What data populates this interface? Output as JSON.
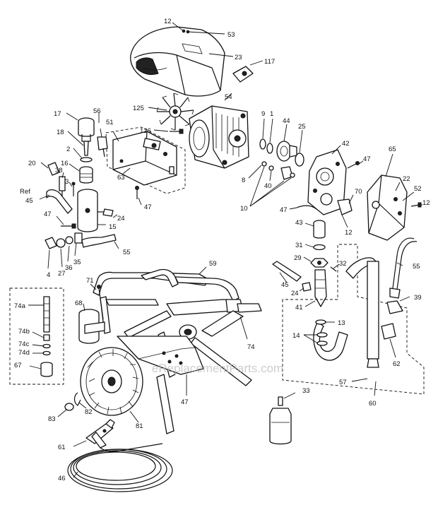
{
  "watermark": "eReplacementParts.com",
  "callouts": [
    {
      "id": "c12a",
      "text": "12"
    },
    {
      "id": "c53",
      "text": "53"
    },
    {
      "id": "c23",
      "text": "23"
    },
    {
      "id": "c117",
      "text": "117"
    },
    {
      "id": "c54",
      "text": "54"
    },
    {
      "id": "c125",
      "text": "125"
    },
    {
      "id": "c126",
      "text": "126"
    },
    {
      "id": "c17",
      "text": "17"
    },
    {
      "id": "c56",
      "text": "56"
    },
    {
      "id": "c51",
      "text": "51"
    },
    {
      "id": "c18",
      "text": "18"
    },
    {
      "id": "c2",
      "text": "2"
    },
    {
      "id": "c20",
      "text": "20"
    },
    {
      "id": "c38",
      "text": "38"
    },
    {
      "id": "c16",
      "text": "16"
    },
    {
      "id": "c3",
      "text": "3"
    },
    {
      "id": "cref",
      "text": "Ref"
    },
    {
      "id": "c45a",
      "text": "45"
    },
    {
      "id": "c63",
      "text": "63"
    },
    {
      "id": "c47a",
      "text": "47"
    },
    {
      "id": "c24a",
      "text": "24"
    },
    {
      "id": "c47b",
      "text": "47"
    },
    {
      "id": "c15",
      "text": "15"
    },
    {
      "id": "c55a",
      "text": "55"
    },
    {
      "id": "c4",
      "text": "4"
    },
    {
      "id": "c27",
      "text": "27"
    },
    {
      "id": "c36",
      "text": "36"
    },
    {
      "id": "c35",
      "text": "35"
    },
    {
      "id": "c9",
      "text": "9"
    },
    {
      "id": "c1",
      "text": "1"
    },
    {
      "id": "c44",
      "text": "44"
    },
    {
      "id": "c25",
      "text": "25"
    },
    {
      "id": "c8",
      "text": "8"
    },
    {
      "id": "c40",
      "text": "40"
    },
    {
      "id": "c10",
      "text": "10"
    },
    {
      "id": "c42",
      "text": "42"
    },
    {
      "id": "c47c",
      "text": "47"
    },
    {
      "id": "c65",
      "text": "65"
    },
    {
      "id": "c22",
      "text": "22"
    },
    {
      "id": "c52",
      "text": "52"
    },
    {
      "id": "c70",
      "text": "70"
    },
    {
      "id": "c12b",
      "text": "12"
    },
    {
      "id": "c47d",
      "text": "47"
    },
    {
      "id": "c12c",
      "text": "12"
    },
    {
      "id": "c43",
      "text": "43"
    },
    {
      "id": "c31",
      "text": "31"
    },
    {
      "id": "c29",
      "text": "29"
    },
    {
      "id": "c32",
      "text": "32"
    },
    {
      "id": "c45b",
      "text": "45"
    },
    {
      "id": "c24b",
      "text": "24"
    },
    {
      "id": "c41",
      "text": "41"
    },
    {
      "id": "c55b",
      "text": "55"
    },
    {
      "id": "c39",
      "text": "39"
    },
    {
      "id": "c59",
      "text": "59"
    },
    {
      "id": "c71",
      "text": "71"
    },
    {
      "id": "c74a",
      "text": "74a"
    },
    {
      "id": "c68",
      "text": "68"
    },
    {
      "id": "c74b",
      "text": "74b"
    },
    {
      "id": "c74c",
      "text": "74c"
    },
    {
      "id": "c74d",
      "text": "74d"
    },
    {
      "id": "c67",
      "text": "67"
    },
    {
      "id": "c74",
      "text": "74"
    },
    {
      "id": "c13",
      "text": "13"
    },
    {
      "id": "c14",
      "text": "14"
    },
    {
      "id": "c62",
      "text": "62"
    },
    {
      "id": "c57",
      "text": "57"
    },
    {
      "id": "c60",
      "text": "60"
    },
    {
      "id": "c47e",
      "text": "47"
    },
    {
      "id": "c33",
      "text": "33"
    },
    {
      "id": "c83",
      "text": "83"
    },
    {
      "id": "c82",
      "text": "82"
    },
    {
      "id": "c81",
      "text": "81"
    },
    {
      "id": "c61",
      "text": "61"
    },
    {
      "id": "c46",
      "text": "46"
    }
  ]
}
